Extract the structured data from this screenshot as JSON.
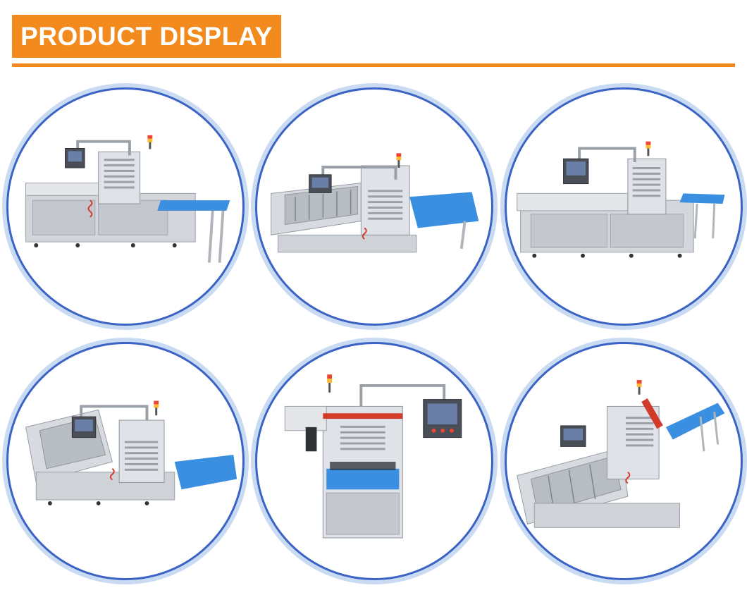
{
  "header": {
    "title": "PRODUCT DISPLAY"
  },
  "colors": {
    "accent": "#f28a1e",
    "ring": "#3a63c4",
    "ring_glow": "#c9daf3",
    "belt": "#3b8fe0",
    "steel": "#d6d9de"
  },
  "products": [
    {
      "name": "tray-sealer-view-1"
    },
    {
      "name": "tray-sealer-view-2"
    },
    {
      "name": "tray-sealer-view-3"
    },
    {
      "name": "tray-sealer-view-4"
    },
    {
      "name": "tray-sealer-view-5"
    },
    {
      "name": "tray-sealer-view-6"
    }
  ]
}
